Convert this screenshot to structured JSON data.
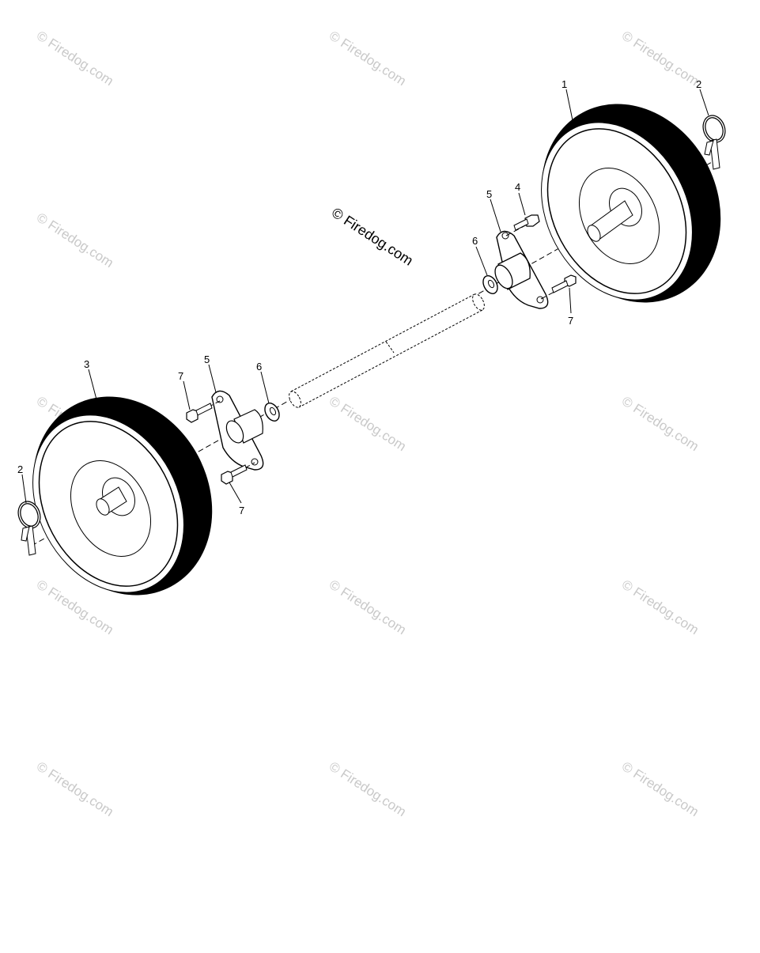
{
  "diagram": {
    "watermark_main": "© Firedog.com",
    "watermark_tile": "© Firedog.com",
    "callouts": {
      "c1": "1",
      "c2_right": "2",
      "c2_left": "2",
      "c3": "3",
      "c4": "4",
      "c5_right": "5",
      "c5_left": "5",
      "c6_right": "6",
      "c6_left": "6",
      "c7_right": "7",
      "c7_left_top": "7",
      "c7_left_bottom": "7"
    }
  }
}
